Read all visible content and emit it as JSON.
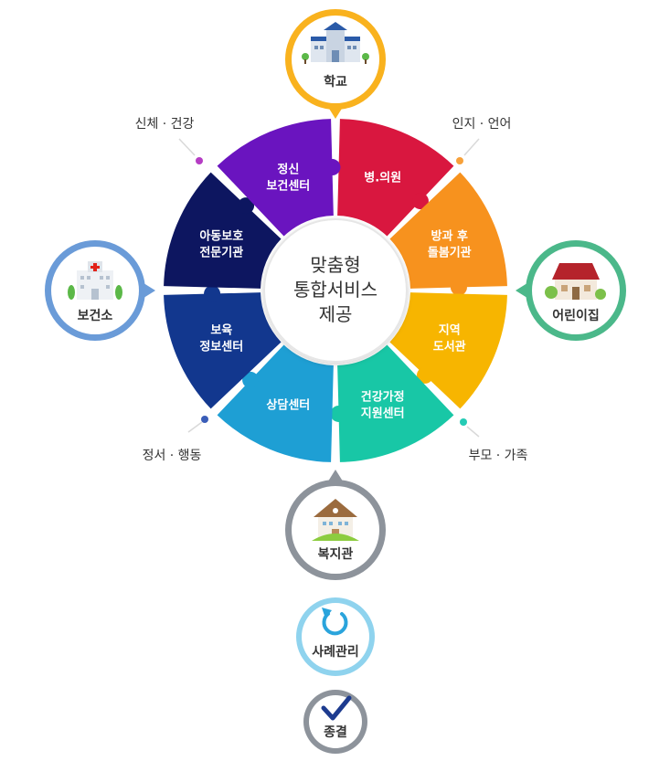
{
  "center": {
    "lines": [
      "맞춤형",
      "통합서비스",
      "제공"
    ]
  },
  "segments": [
    {
      "id": "hospital",
      "lines": [
        "병.의원"
      ],
      "color": "#d9173f"
    },
    {
      "id": "afterschool",
      "lines": [
        "방과 후",
        "돌봄기관"
      ],
      "color": "#f7921e"
    },
    {
      "id": "library",
      "lines": [
        "지역",
        "도서관"
      ],
      "color": "#f7b500"
    },
    {
      "id": "healthfamily",
      "lines": [
        "건강가정",
        "지원센터"
      ],
      "color": "#18c7a6"
    },
    {
      "id": "counseling",
      "lines": [
        "상담센터"
      ],
      "color": "#1e9fd4"
    },
    {
      "id": "childcareinfo",
      "lines": [
        "보육",
        "정보센터"
      ],
      "color": "#12378e"
    },
    {
      "id": "childprotection",
      "lines": [
        "아동보호",
        "전문기관"
      ],
      "color": "#0d1660"
    },
    {
      "id": "mentalhealth",
      "lines": [
        "정신",
        "보건센터"
      ],
      "color": "#6a14bf"
    }
  ],
  "sides": {
    "topleft": "신체 · 건강",
    "topright": "인지 · 언어",
    "bottomleft": "정서 · 행동",
    "bottomright": "부모 · 가족"
  },
  "side_dot_colors": {
    "topleft": "#b53cc4",
    "topright": "#f7a13a",
    "bottomleft": "#3a5db8",
    "bottomright": "#25cbb5"
  },
  "bubbles": {
    "school": {
      "label": "학교",
      "color": "#f9b21e",
      "icon": "school-building-icon"
    },
    "healthcenter": {
      "label": "보건소",
      "color": "#6a9bd8",
      "icon": "hospital-building-icon"
    },
    "daycare": {
      "label": "어린이집",
      "color": "#4bb88a",
      "icon": "daycare-house-icon"
    },
    "welfare": {
      "label": "복지관",
      "color": "#8d939b",
      "icon": "welfare-house-icon"
    }
  },
  "flow": {
    "case_management": {
      "label": "사례관리",
      "color": "#8fd3ee",
      "icon": "refresh-cycle-icon"
    },
    "closure": {
      "label": "종결",
      "color": "#8d939b",
      "icon": "check-mark-icon"
    }
  }
}
